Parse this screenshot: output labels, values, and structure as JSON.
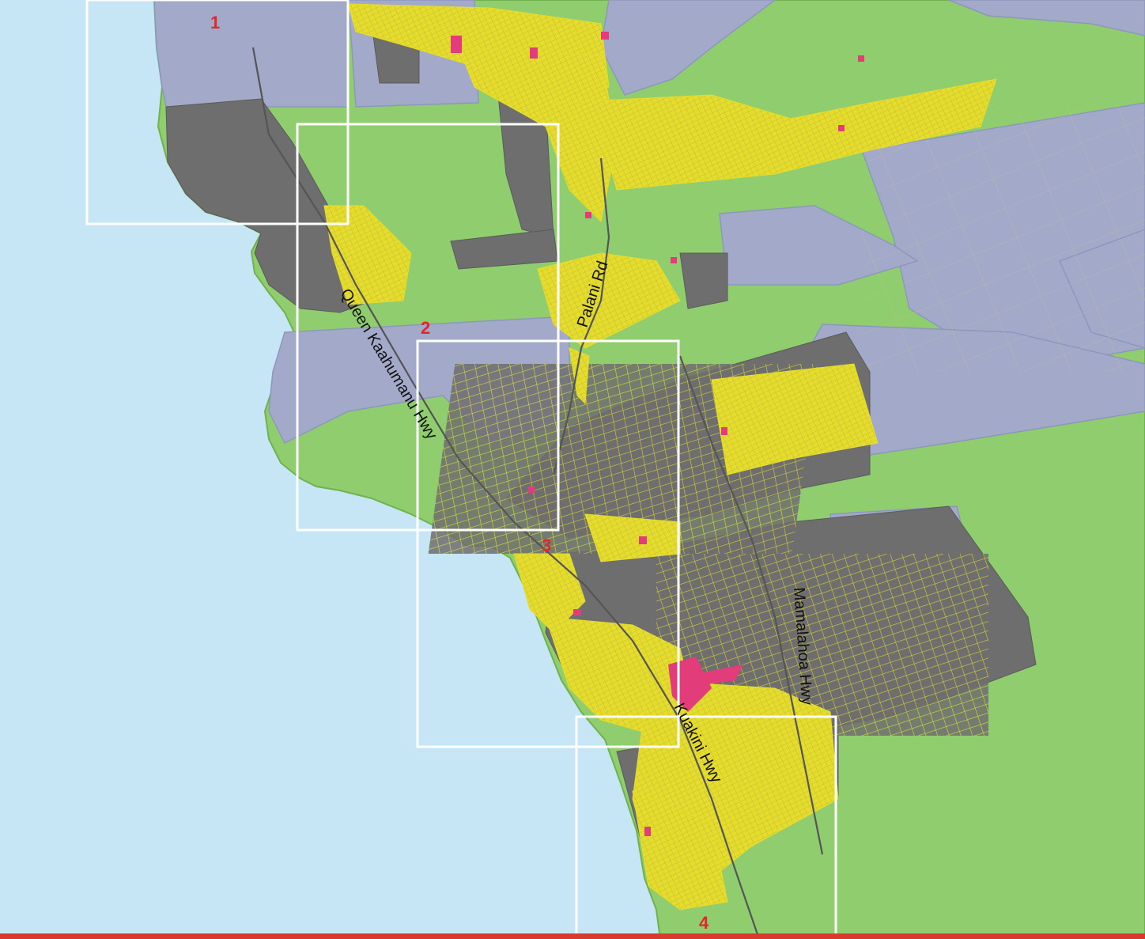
{
  "map": {
    "colors": {
      "ocean": "#c6e5f5",
      "conservation": "#8fcd6e",
      "agricultural": "#a3aac9",
      "rural": "#6e6e6e",
      "urban_parcels": "#e6dd2a",
      "parcel_lines": "#f4ee3c",
      "commercial": "#e23c7a",
      "frames": "#ffffff",
      "frame_labels": "#e3262d",
      "bottom_bar": "#d93a2e"
    },
    "roads": [
      {
        "name": "Queen Kaahumanu Hwy"
      },
      {
        "name": "Palani Rd"
      },
      {
        "name": "Kuakini Hwy"
      },
      {
        "name": "Mamalahoa Hwy"
      }
    ],
    "frames": [
      {
        "label": "1"
      },
      {
        "label": "2"
      },
      {
        "label": "3"
      },
      {
        "label": "4"
      }
    ]
  }
}
